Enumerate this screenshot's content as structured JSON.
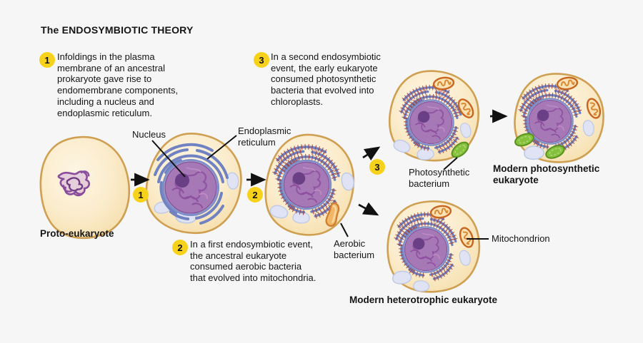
{
  "title": "The ENDOSYMBIOTIC THEORY",
  "steps": [
    {
      "num": "1",
      "text": "Infoldings in the plasma\nmembrane of an ancestral\nprokaryote gave rise to\nendomembrane components,\nincluding a nucleus and\nendoplasmic reticulum."
    },
    {
      "num": "2",
      "text": "In a first endosymbiotic event,\nthe ancestral eukaryote\nconsumed aerobic bacteria\nthat evolved into mitochondria."
    },
    {
      "num": "3",
      "text": "In a second endosymbiotic\nevent, the early eukaryote\nconsumed photosynthetic\nbacteria that evolved into\nchloroplasts."
    }
  ],
  "labels": {
    "nucleus": "Nucleus",
    "er": "Endoplasmic\nreticulum",
    "proto": "Proto-eukaryote",
    "aerobic": "Aerobic\nbacterium",
    "photosynthetic": "Photosynthetic\nbacterium",
    "mitochondrion": "Mitochondrion",
    "modern_photo": "Modern photosynthetic\neukaryote",
    "modern_hetero": "Modern heterotrophic eukaryote"
  },
  "colors": {
    "background": "#f6f6f6",
    "badge_yellow": "#f7d21b",
    "cell_fill": "#fbeecd",
    "cell_stroke": "#cf9f52",
    "nucleus_purple": "#a678b6",
    "nucleolus_purple": "#6b3f86",
    "er_blue": "#7082c2",
    "ribosome_red": "#a53a2c",
    "mitochondrion_orange": "#c8651f",
    "chloroplast_green": "#85c23c",
    "vacuole_lavender": "#dfe3f3",
    "arrow_black": "#111111"
  }
}
